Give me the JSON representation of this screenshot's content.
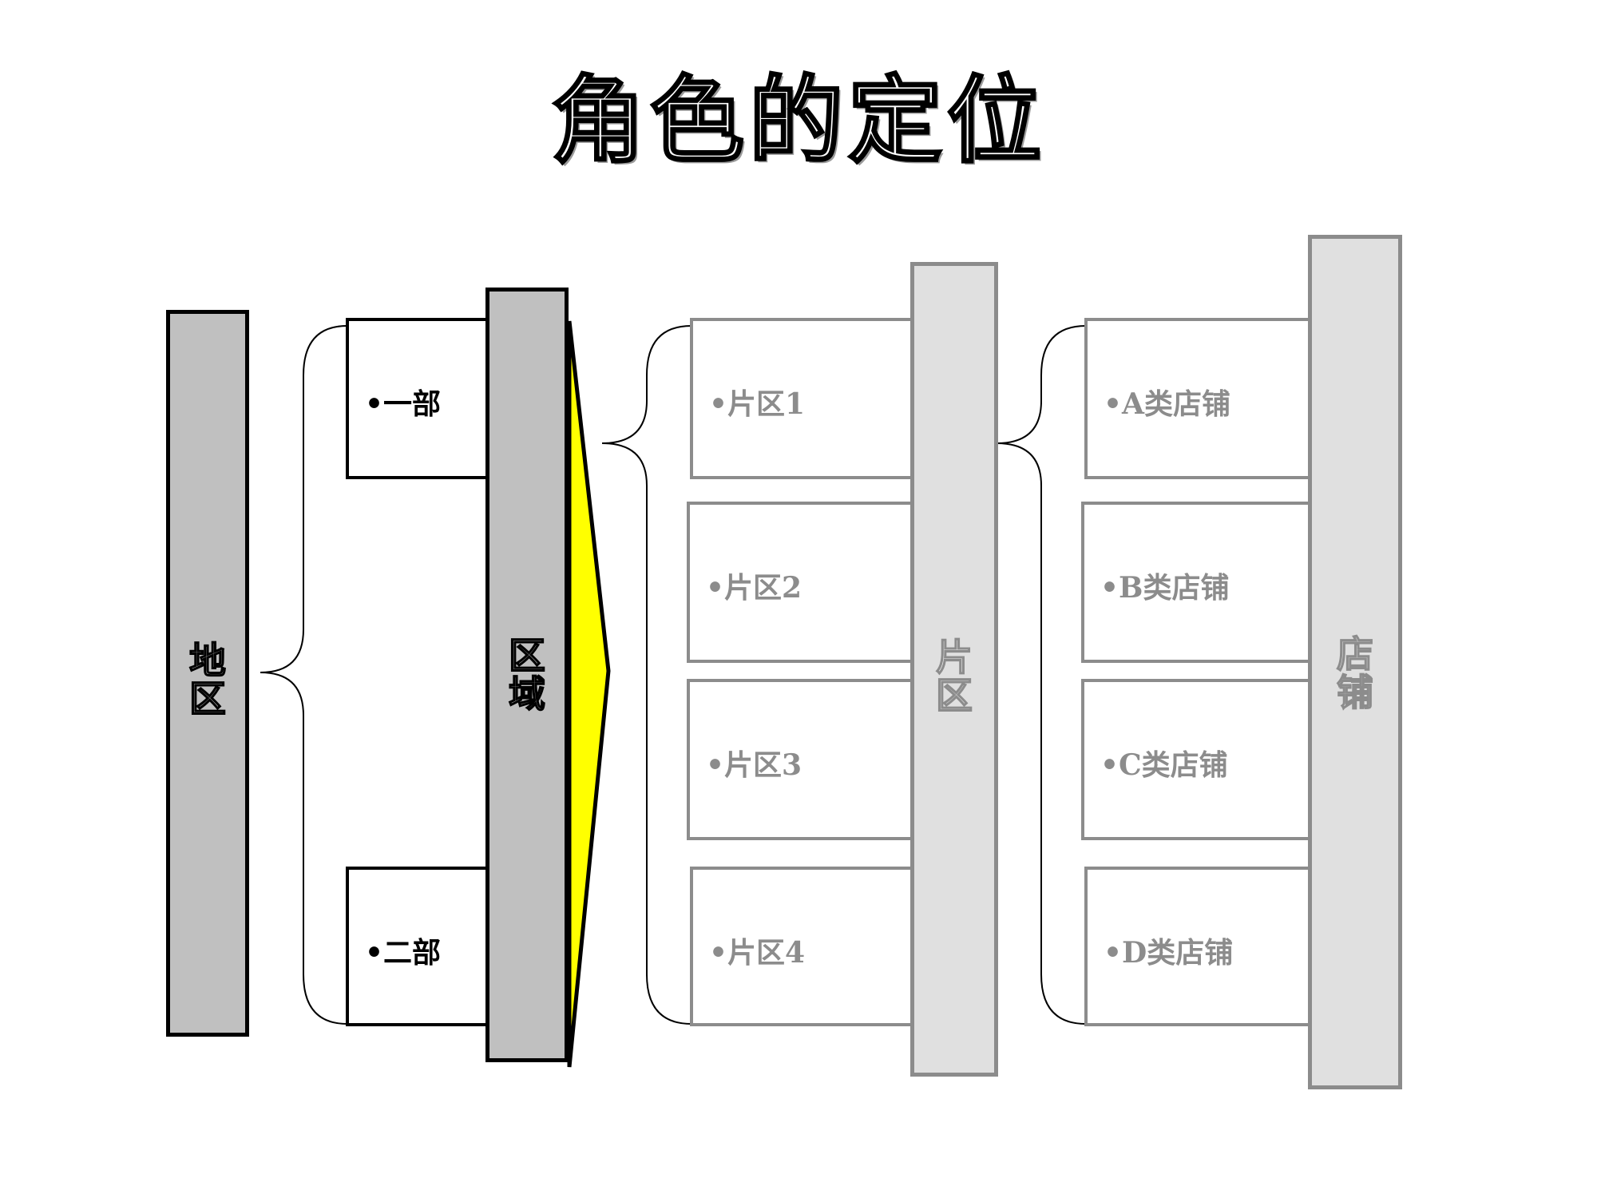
{
  "title": "角色的定位",
  "levels": {
    "diqu": "地区",
    "quyu": "区域",
    "pianqu": "片区",
    "dianpu": "店铺"
  },
  "departments": [
    "•一部",
    "•二部"
  ],
  "districts": [
    "•片区1",
    "•片区2",
    "•片区3",
    "•片区4"
  ],
  "stores": [
    "•A类店铺",
    "•B类店铺",
    "•C类店铺",
    "•D类店铺"
  ],
  "colors": {
    "dark_bar": "#c0c0c0",
    "light_bar": "#e0e0e0",
    "arrow": "#ffff00",
    "grey_text": "#8c8c8c"
  }
}
